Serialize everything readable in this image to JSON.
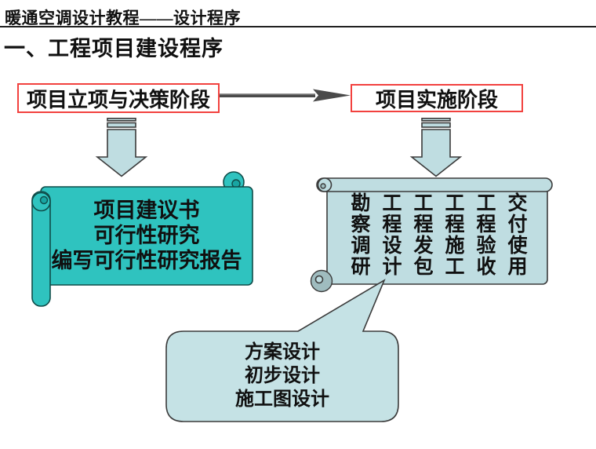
{
  "header": {
    "title": "暖通空调设计教程——设计程序",
    "heading": "一、工程项目建设程序"
  },
  "flow": {
    "decision_stage_label": "项目立项与决策阶段",
    "implementation_stage_label": "项目实施阶段"
  },
  "decision_scroll": {
    "lines": [
      "项目建议书",
      "可行性研究",
      "编写可行性研究报告"
    ]
  },
  "implementation_scroll": {
    "columns": [
      "勘察调研",
      "工程设计",
      "工程发包",
      "工程施工",
      "工程验收",
      "交付使用"
    ]
  },
  "design_callout": {
    "lines": [
      "方案设计",
      "初步设计",
      "施工图设计"
    ]
  },
  "colors": {
    "teal": "#2fc3bf",
    "teal_dark": "#18a5a2",
    "teal_outline": "#0f4c49",
    "pale": "#bfdde1",
    "pale_dark": "#9fbcbf",
    "shape_outline": "#3b3b3b",
    "red": "#f2413e",
    "connector_gray": "#4a4a4a",
    "text": "#101010"
  }
}
